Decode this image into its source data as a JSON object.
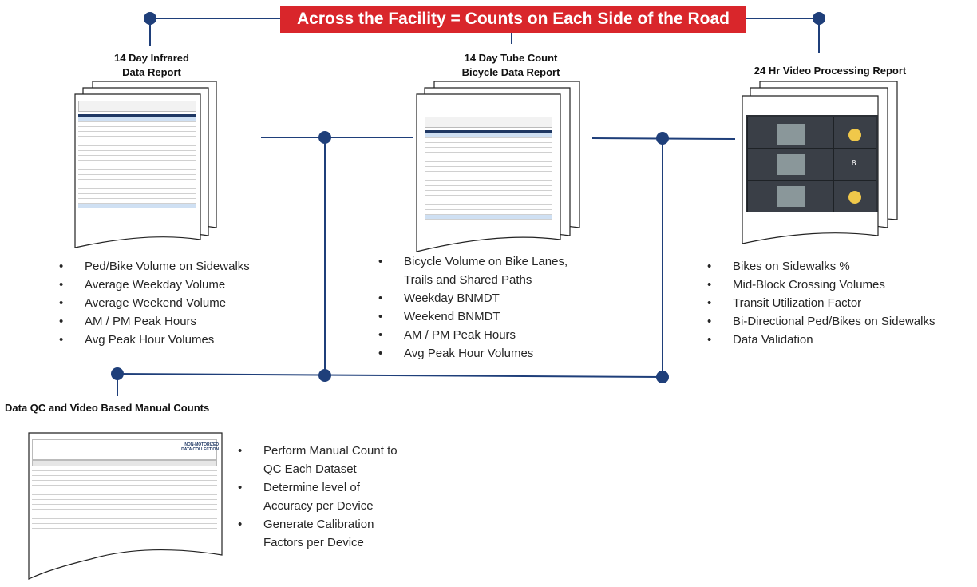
{
  "banner": {
    "title": "Across the Facility = Counts on Each Side of the Road"
  },
  "infrared": {
    "title_line1": "14 Day Infrared",
    "title_line2": "Data Report",
    "bullets": [
      "Ped/Bike Volume on Sidewalks",
      "Average Weekday Volume",
      "Average Weekend Volume",
      "AM / PM Peak Hours",
      "Avg Peak Hour Volumes"
    ]
  },
  "tube": {
    "title_line1": "14 Day Tube Count",
    "title_line2": "Bicycle Data Report",
    "bullets": [
      "Bicycle Volume on Bike Lanes,",
      "Trails and Shared Paths",
      "Weekday BNMDT",
      "Weekend BNMDT",
      "AM / PM Peak Hours",
      "Avg Peak Hour Volumes"
    ],
    "bullet_continuation_index": 1
  },
  "video": {
    "title": "24 Hr Video Processing Report",
    "bullets": [
      "Bikes on Sidewalks %",
      "Mid-Block Crossing Volumes",
      "Transit Utilization Factor",
      "Bi-Directional Ped/Bikes on Sidewalks",
      "Data Validation"
    ],
    "panel_digit": "8"
  },
  "qc": {
    "title": "Data QC and Video Based Manual Counts",
    "bullets": [
      "Perform Manual Count to",
      "QC Each Dataset",
      "Determine level of",
      "Accuracy per Device",
      "Generate Calibration",
      "Factors per Device"
    ],
    "bullet_continuation_indices": [
      1,
      3,
      5
    ],
    "logo_text_line1": "NON-MOTORIZED",
    "logo_text_line2": "DATA COLLECTION"
  },
  "colors": {
    "banner": "#d9262b",
    "line": "#1f3f7a",
    "node": "#1f3f7a",
    "thumb_header": "#1f3864",
    "thumb_highlight": "#cfe0f3"
  }
}
